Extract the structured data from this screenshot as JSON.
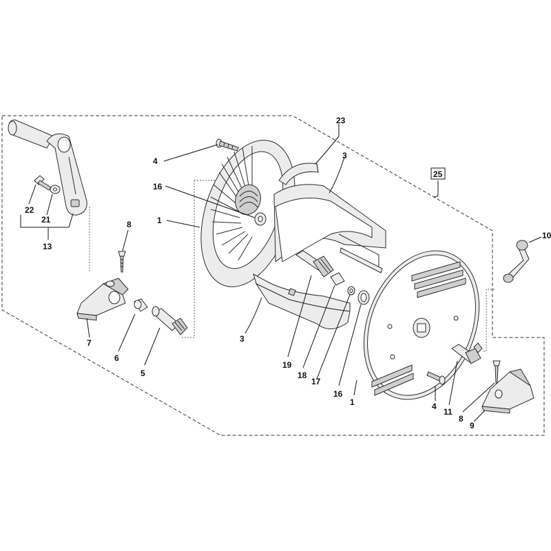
{
  "callouts": {
    "c23": "23",
    "c3_top": "3",
    "c25": "25",
    "c4_top": "4",
    "c16_top": "16",
    "c1_left": "1",
    "c8_left": "8",
    "c22": "22",
    "c21": "21",
    "c13": "13",
    "c10": "10",
    "c3_bottom": "3",
    "c7": "7",
    "c6": "6",
    "c5": "5",
    "c19": "19",
    "c18": "18",
    "c17": "17",
    "c16_bottom": "16",
    "c1_bottom": "1",
    "c4_bottom": "4",
    "c11": "11",
    "c8_right": "8",
    "c9": "9"
  }
}
